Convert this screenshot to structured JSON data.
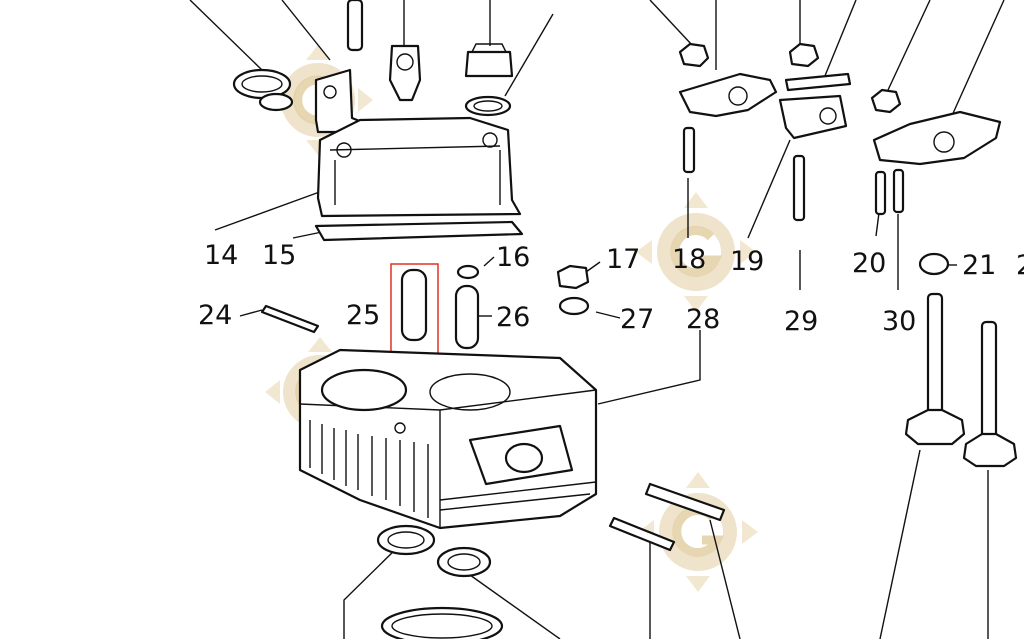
{
  "callouts": [
    {
      "id": "c14",
      "label": "14"
    },
    {
      "id": "c15",
      "label": "15"
    },
    {
      "id": "c16",
      "label": "16"
    },
    {
      "id": "c17",
      "label": "17"
    },
    {
      "id": "c18",
      "label": "18"
    },
    {
      "id": "c19",
      "label": "19"
    },
    {
      "id": "c20",
      "label": "20"
    },
    {
      "id": "c21",
      "label": "21"
    },
    {
      "id": "c22",
      "label": "2"
    },
    {
      "id": "c24",
      "label": "24"
    },
    {
      "id": "c25",
      "label": "25"
    },
    {
      "id": "c26",
      "label": "26"
    },
    {
      "id": "c27",
      "label": "27"
    },
    {
      "id": "c28",
      "label": "28"
    },
    {
      "id": "c29",
      "label": "29"
    },
    {
      "id": "c30",
      "label": "30"
    }
  ],
  "highlight": {
    "part_label": "25",
    "color": "#e0341f"
  },
  "watermark": {
    "icon": "brand-g-logo-icon",
    "color": "#e8d9b5"
  }
}
